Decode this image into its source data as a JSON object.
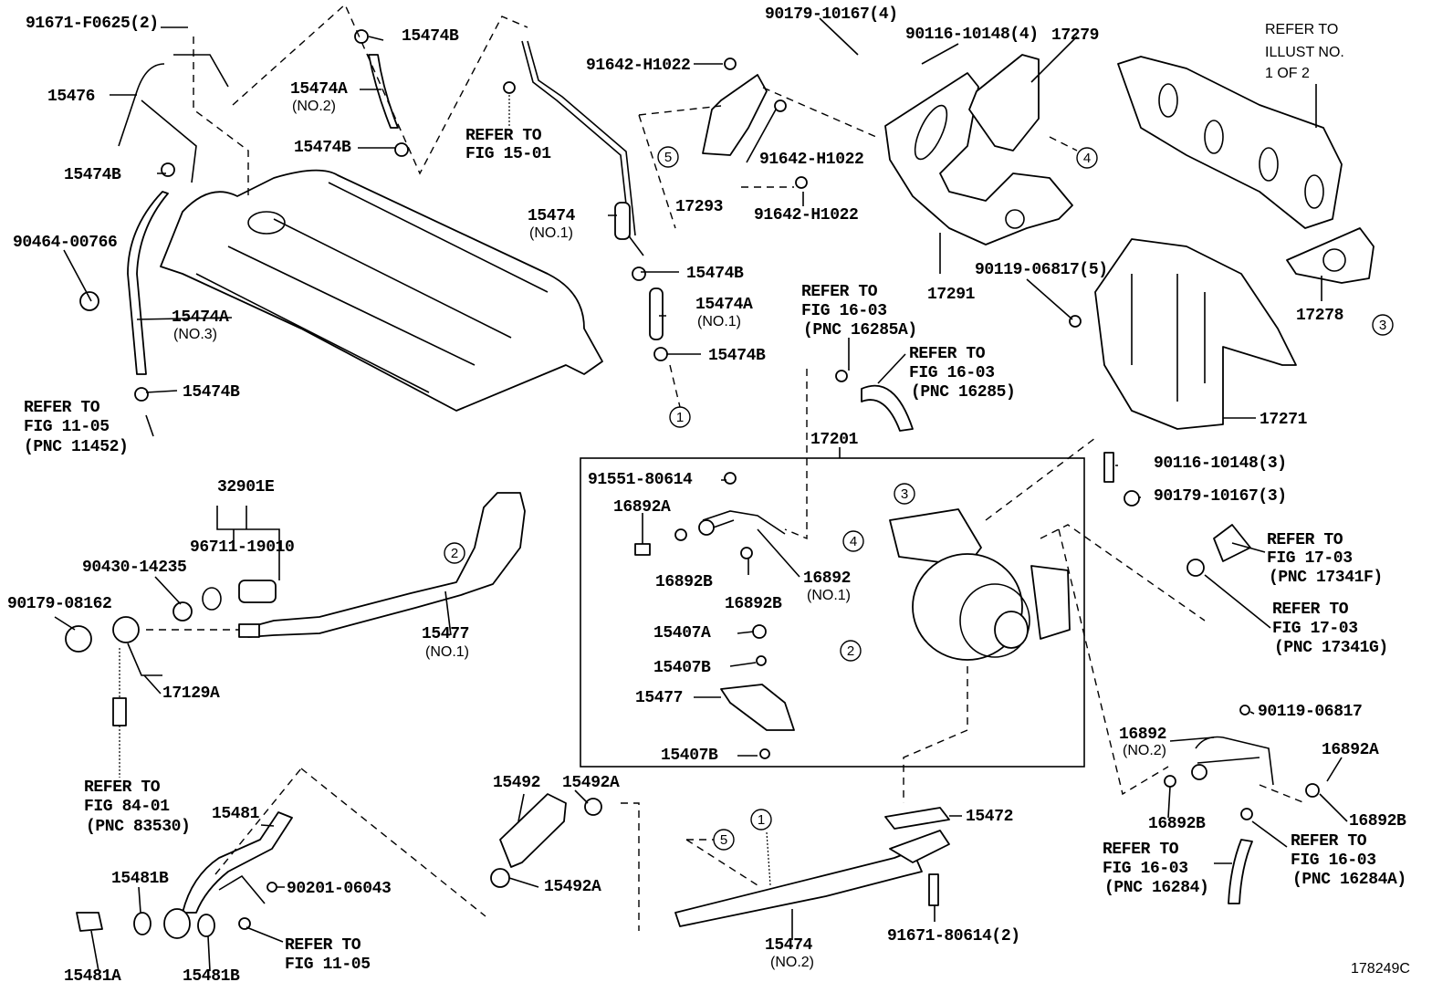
{
  "diagram": {
    "figure_id": "178249C",
    "labels": [
      "91671-F0625(2)",
      "15474B",
      "15476",
      "15474A",
      "(NO.2)",
      "15474B",
      "15474B",
      "90464-00766",
      "15474A",
      "(NO.3)",
      "15474B",
      "REFER TO",
      "FIG 11-05",
      "(PNC 11452)",
      "REFER TO",
      "FIG 15-01",
      "15474",
      "(NO.1)",
      "15474B",
      "15474A",
      "(NO.1)",
      "15474B",
      "91642-H1022",
      "17293",
      "91642-H1022",
      "91642-H1022",
      "90179-10167(4)",
      "90116-10148(4)",
      "17279",
      "REFER TO",
      "ILLUST NO.",
      "1 OF 2",
      "17291",
      "17278",
      "90119-06817(5)",
      "REFER TO",
      "FIG 16-03",
      "(PNC 16285A)",
      "REFER TO",
      "FIG 16-03",
      "(PNC 16285)",
      "17271",
      "17201",
      "91551-80614",
      "16892A",
      "16892B",
      "16892B",
      "16892",
      "(NO.1)",
      "15407A",
      "15407B",
      "15477",
      "15407B",
      "90116-10148(3)",
      "90179-10167(3)",
      "REFER TO",
      "FIG 17-03",
      "(PNC 17341F)",
      "REFER TO",
      "FIG 17-03",
      "(PNC 17341G)",
      "32901E",
      "96711-19010",
      "90430-14235",
      "90179-08162",
      "15477",
      "(NO.1)",
      "17129A",
      "REFER TO",
      "FIG 84-01",
      "(PNC 83530)",
      "15481",
      "15481B",
      "90201-06043",
      "REFER TO",
      "FIG 11-05",
      "15481A",
      "15481B",
      "15492",
      "15492A",
      "15492A",
      "15472",
      "15474",
      "(NO.2)",
      "91671-80614(2)",
      "90119-06817",
      "16892",
      "(NO.2)",
      "16892A",
      "16892B",
      "16892B",
      "REFER TO",
      "FIG 16-03",
      "(PNC 16284)",
      "REFER TO",
      "FIG 16-03",
      "(PNC 16284A)",
      "178249C"
    ],
    "callouts": [
      "5",
      "4",
      "3",
      "1",
      "3",
      "4",
      "2",
      "2",
      "5",
      "1"
    ]
  }
}
